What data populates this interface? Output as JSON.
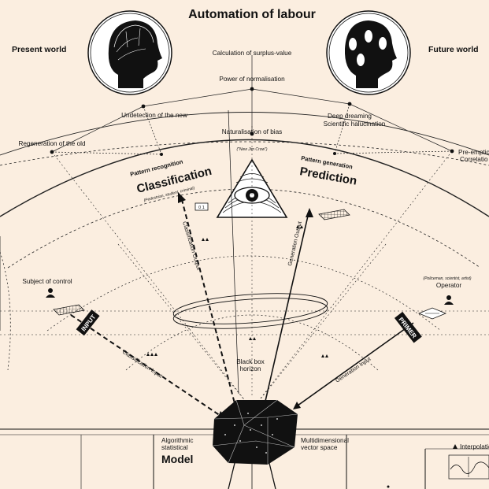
{
  "title": "Automation of labour",
  "present_world": "Present world",
  "future_world": "Future world",
  "arc_labels": {
    "surplus": "Calculation of surplus-value",
    "normalisation": "Power of normalisation",
    "undetection": "Undetection of the new",
    "deep_dreaming": "Deep dreaming",
    "hallucination": "Scientific halucination",
    "naturalisation": "Naturalisation of bias",
    "jim_crow": "(\"New Jim Crow\")",
    "regeneration": "Regeneration of the old",
    "pre_emption": "Pre-emptio",
    "correlation": "Correlatio"
  },
  "classification": {
    "over": "Pattern recognition",
    "title": "Classification",
    "note": "(Pedestrian, student, criminal)",
    "output": "Classification Output",
    "input": "Classification Input",
    "tag": "INPUT"
  },
  "prediction": {
    "over": "Pattern generation",
    "title": "Prediction",
    "output": "Generation Output",
    "input": "Generation Input",
    "tag": "PRIMER"
  },
  "subject": "Subject of control",
  "operator": "Operator",
  "operator_note": "(Policeman, scientist, artist)",
  "horizon": [
    "Black box",
    "horizon"
  ],
  "model": {
    "line1": "Algorithmic",
    "line2": "statistical",
    "title": "Model",
    "vector1": "Multidimensional",
    "vector2": "vector space"
  },
  "interpolation": "Interpolation",
  "small_box": "0  1",
  "colors": {
    "background": "#fbeee0",
    "ink": "#111111"
  }
}
